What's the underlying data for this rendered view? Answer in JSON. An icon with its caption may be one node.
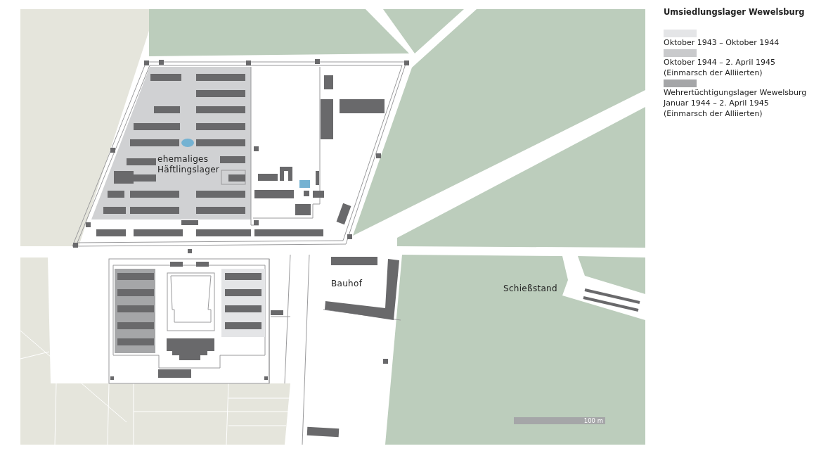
{
  "diagram": {
    "title": "Umsiedlungslager Wewelsburg",
    "labels": [
      "ehemaliges Häftlingslager",
      "Bauhof",
      "Schießstand",
      "100 m"
    ],
    "legend": [
      {
        "text": "Oktober 1943 – Oktober 1944",
        "color": "#e4e5e7"
      },
      {
        "text": "Oktober 1944 – 2. April 1945 (Einmarsch der Alliierten)",
        "color": "#c9cacc"
      },
      {
        "text": "Wehrertüchtigungslager Wewelsburg Januar 1944 – 2. April 1945 (Einmarsch der Alliierten)",
        "color": "#a5a6a8"
      }
    ]
  }
}
